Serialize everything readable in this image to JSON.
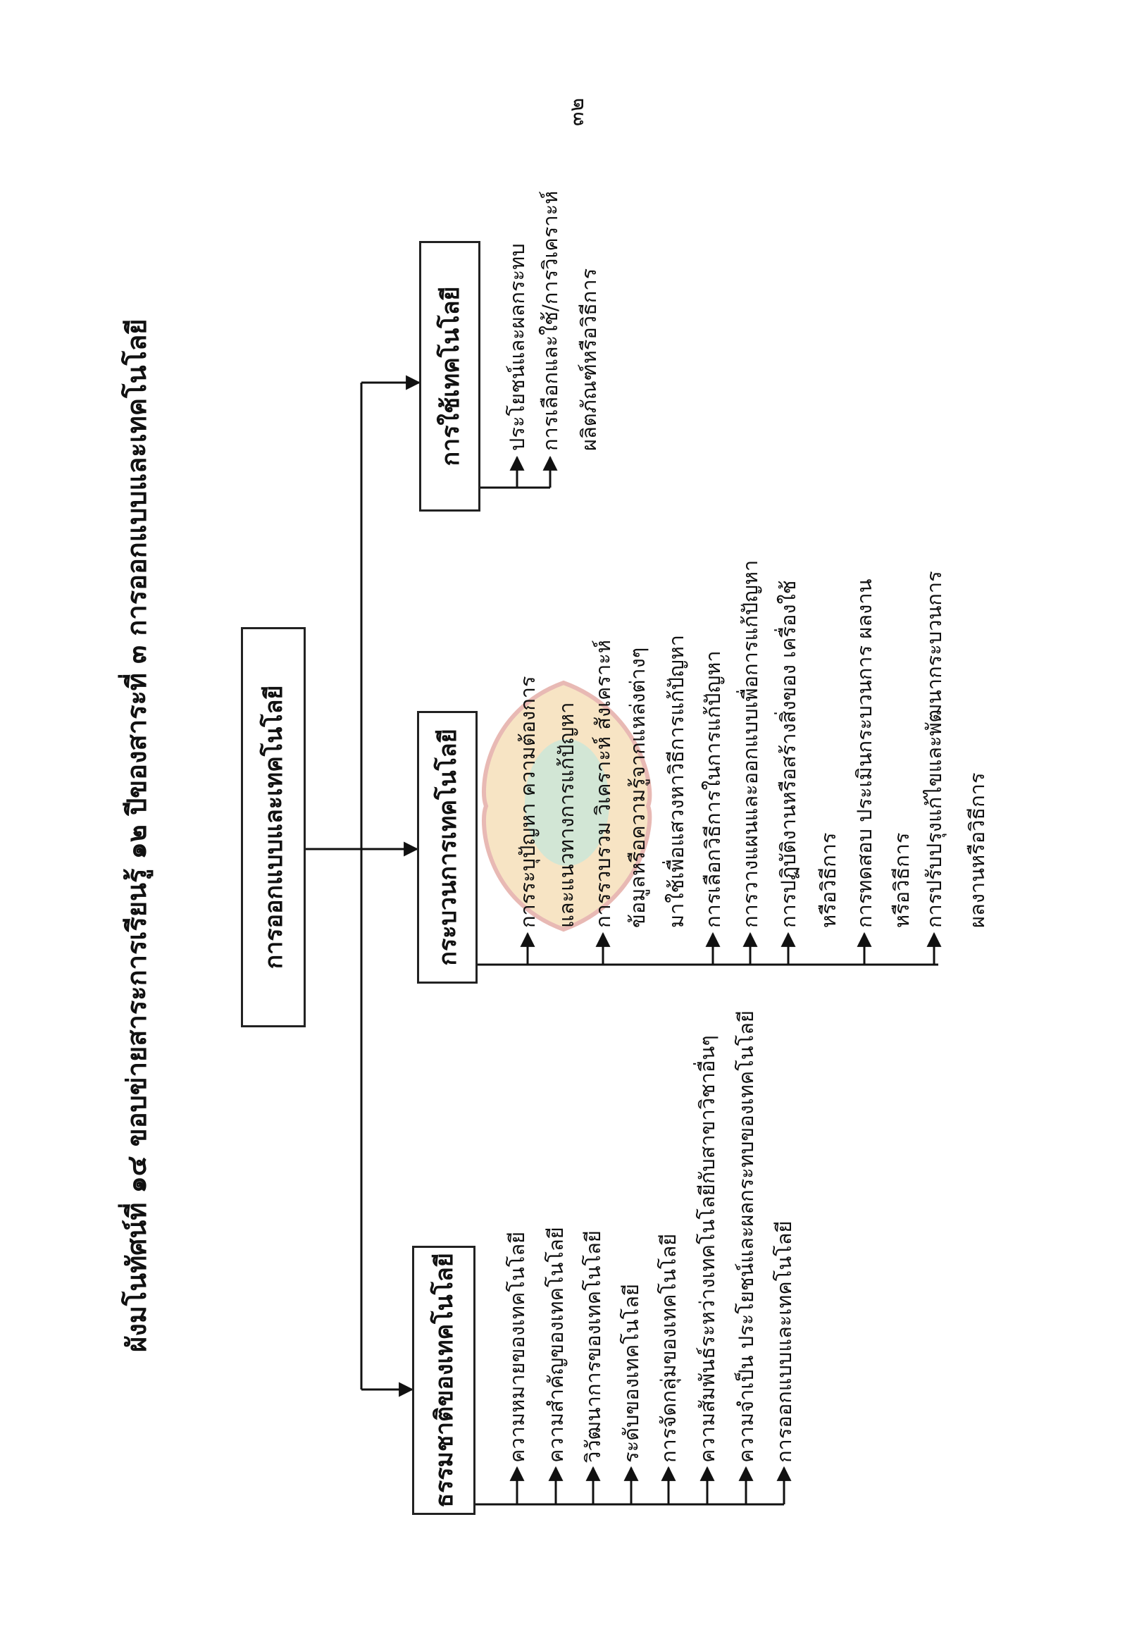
{
  "page_number": "๓๒",
  "title": "ผังมโนทัศน์ที่ ๑๔ ขอบข่ายสาระการเรียนรู้ ๑๒ ปีของสาระที่ ๓ การออกแบบและเทคโนโลยี",
  "root": "การออกแบบและเทคโนโลยี",
  "branches": [
    {
      "label": "ธรรมชาติของเทคโนโลยี",
      "items": [
        "ความหมายของเทคโนโลยี",
        "ความสำคัญของเทคโนโลยี",
        "วิวัฒนาการของเทคโนโลยี",
        "ระดับของเทคโนโลยี",
        "การจัดกลุ่มของเทคโนโลยี",
        "ความสัมพันธ์ระหว่างเทคโนโลยีกับสาขาวิชาอื่นๆ",
        "ความจำเป็น ประโยชน์และผลกระทบของเทคโนโลยี",
        "การออกแบบและเทคโนโลยี"
      ]
    },
    {
      "label": "กระบวนการเทคโนโลยี",
      "lines": [
        "การระบุปัญหา ความต้องการ",
        "และแนวทางการแก้ปัญหา",
        "การรวบรวม วิเคราะห์ สังเคราะห์",
        "ข้อมูลหรือความรู้จากแหล่งต่างๆ",
        "มาใช้เพื่อแสวงหาวิธีการแก้ปัญหา",
        "การเลือกวิธีการในการแก้ปัญหา",
        "การวางแผนและออกแบบเพื่อการแก้ปัญหา",
        "การปฏิบัติงานหรือสร้างสิ่งของ เครื่องใช้",
        "หรือวิธีการ",
        "การทดสอบ ประเมินกระบวนการ ผลงาน",
        "หรือวิธีการ",
        "การปรับปรุงแก้ไขและพัฒนากระบวนการ",
        "ผลงานหรือวิธีการ"
      ]
    },
    {
      "label": "การใช้เทคโนโลยี",
      "lines": [
        "ประโยชน์และผลกระทบ",
        "การเลือกและใช้/การวิเคราะห์",
        "ผลิตภัณฑ์หรือวิธีการ"
      ]
    }
  ]
}
